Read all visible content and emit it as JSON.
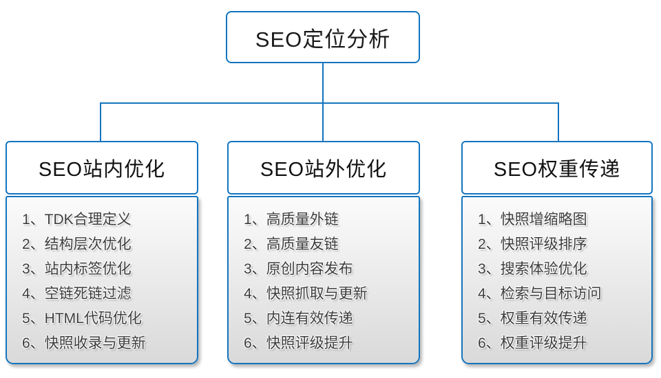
{
  "root": {
    "title": "SEO定位分析"
  },
  "columns": [
    {
      "title": "SEO站内优化",
      "items": [
        "1、TDK合理定义",
        "2、结构层次优化",
        "3、站内标签优化",
        "4、空链死链过滤",
        "5、HTML代码优化",
        "6、快照收录与更新"
      ]
    },
    {
      "title": "SEO站外优化",
      "items": [
        "1、高质量外链",
        "2、高质量友链",
        "3、原创内容发布",
        "4、快照抓取与更新",
        "5、内连有效传递",
        "6、快照评级提升"
      ]
    },
    {
      "title": "SEO权重传递",
      "items": [
        "1、快照增缩略图",
        "2、快照评级排序",
        "3、搜索体验优化",
        "4、检索与目标访问",
        "5、权重有效传递",
        "6、权重评级提升"
      ]
    }
  ],
  "colors": {
    "accent_blue": "#1274BE",
    "header_text": "#111111",
    "list_text": "#3c3c3c",
    "list_fill_top": "#fbfbfb",
    "list_fill_bottom": "#d9d9d9",
    "background": "#ffffff"
  }
}
